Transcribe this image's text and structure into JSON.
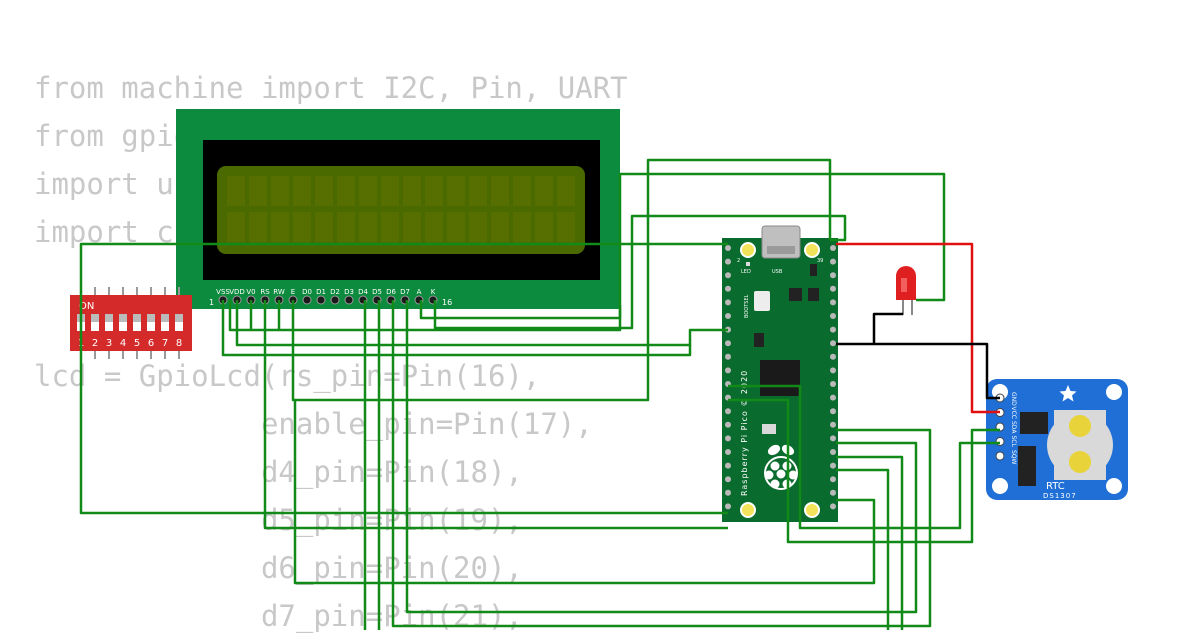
{
  "code_lines": [
    "from machine import I2C, Pin, UART",
    "from gpio",
    "import u",
    "import c",
    "",
    "",
    "lcd = GpioLcd(rs_pin=Pin(16),",
    "             enable_pin=Pin(17),",
    "             d4_pin=Pin(18),",
    "             d5_pin=Pin(19),",
    "             d6_pin=Pin(20),",
    "             d7_pin=Pin(21),"
  ],
  "lcd": {
    "pins": [
      "VSS",
      "VDD",
      "V0",
      "RS",
      "RW",
      "E",
      "D0",
      "D1",
      "D2",
      "D3",
      "D4",
      "D5",
      "D6",
      "D7",
      "A",
      "K"
    ],
    "pin_first": "1",
    "pin_last": "16"
  },
  "dip_switch": {
    "label": "ON",
    "positions": [
      "1",
      "2",
      "3",
      "4",
      "5",
      "6",
      "7",
      "8"
    ]
  },
  "pico": {
    "name": "Raspberry Pi Pico © 2020",
    "led": "LED",
    "usb": "USB",
    "bootsel": "BOOTSEL",
    "pin_2": "2",
    "pin_39": "39"
  },
  "rtc": {
    "pins": [
      "GND",
      "VCC",
      "SDA",
      "SCL",
      "SQW"
    ],
    "title": "RTC",
    "model": "DS1307"
  },
  "colors": {
    "wire": "#118a18",
    "wire_power": "#e01010",
    "wire_ground": "#000000",
    "lcd_board": "#0c8a3e",
    "lcd_screen": "#4a6a00",
    "pico_board": "#0a6b2e",
    "rtc_board": "#1f6fd6",
    "dip_body": "#d42a2a",
    "led": "#e02020"
  }
}
